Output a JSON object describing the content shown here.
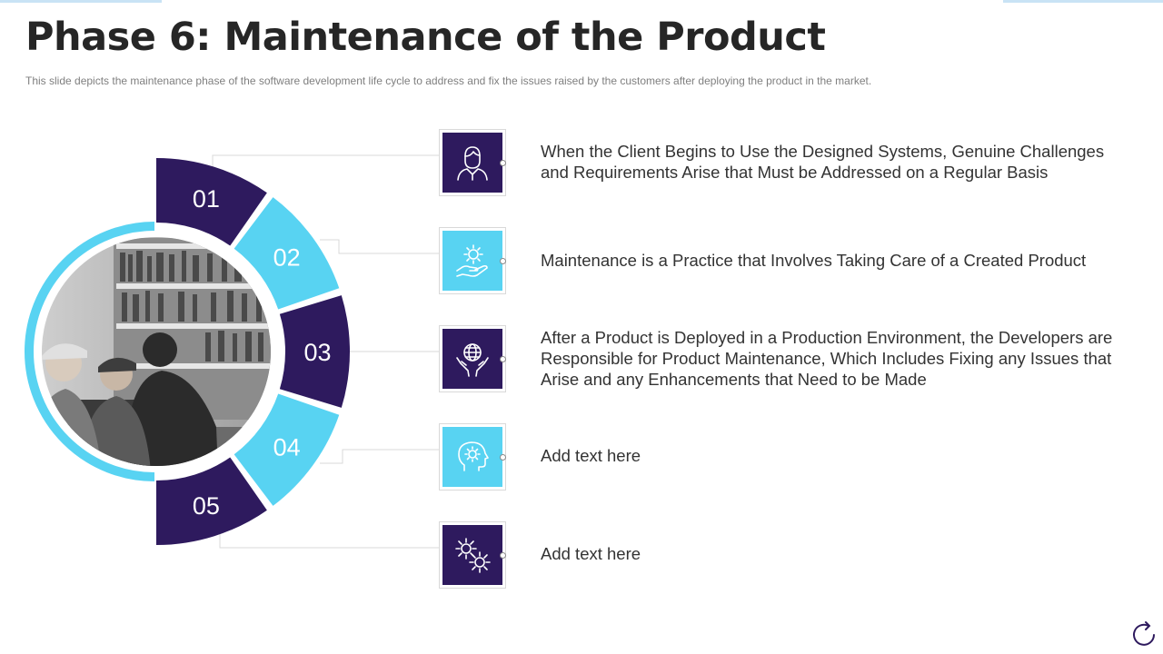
{
  "header": {
    "title": "Phase 6: Maintenance of the Product",
    "subtitle": "This slide depicts the maintenance  phase of the software  development  life cycle to address and fix the issues raised by the customers after deploying  the product in the market."
  },
  "colors": {
    "dark": "#2e1a5e",
    "light": "#58d3f2",
    "connector": "#d9d9d9",
    "ring": "#58d3f2"
  },
  "steps": [
    {
      "number": "01",
      "text": "When the Client Begins to Use the Designed Systems, Genuine Challenges and Requirements Arise that Must be Addressed on a Regular Basis",
      "icon": "person-icon",
      "tone": "dark"
    },
    {
      "number": "02",
      "text": "Maintenance is a Practice that Involves Taking Care of a Created Product",
      "icon": "gear-in-hand-icon",
      "tone": "light"
    },
    {
      "number": "03",
      "text": "After a Product is Deployed in a Production Environment, the Developers are Responsible for Product Maintenance, Which Includes Fixing any Issues that Arise and any Enhancements that Need to be Made",
      "icon": "globe-in-hands-icon",
      "tone": "dark"
    },
    {
      "number": "04",
      "text": "Add text here",
      "icon": "head-gear-icon",
      "tone": "light"
    },
    {
      "number": "05",
      "text": "Add text here",
      "icon": "gears-icon",
      "tone": "dark"
    }
  ],
  "photo": {
    "icon": "team-photo"
  },
  "footer": {
    "icon": "refresh-icon"
  }
}
